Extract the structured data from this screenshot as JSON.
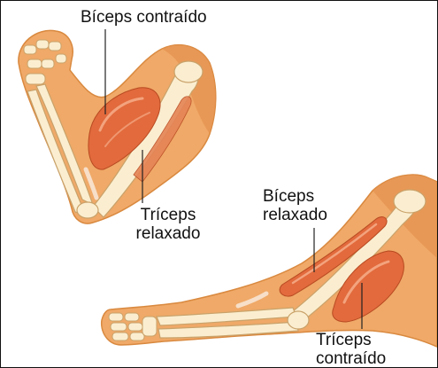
{
  "labels": {
    "biceps_contraido": "Bíceps contraído",
    "triceps_relaxado": {
      "line1": "Tríceps",
      "line2": "relaxado"
    },
    "biceps_relaxado": {
      "line1": "Bíceps",
      "line2": "relaxado"
    },
    "triceps_contraido": {
      "line1": "Tríceps",
      "line2": "contraído"
    }
  },
  "colors": {
    "skin": "#f0a968",
    "skin_shadow": "#d9893f",
    "bone": "#fbeed0",
    "bone_outline": "#c9a26a",
    "muscle": "#e26a3c",
    "muscle_light": "#f3a37e",
    "tendon": "#f7dfc9",
    "leader_line": "#222222"
  }
}
